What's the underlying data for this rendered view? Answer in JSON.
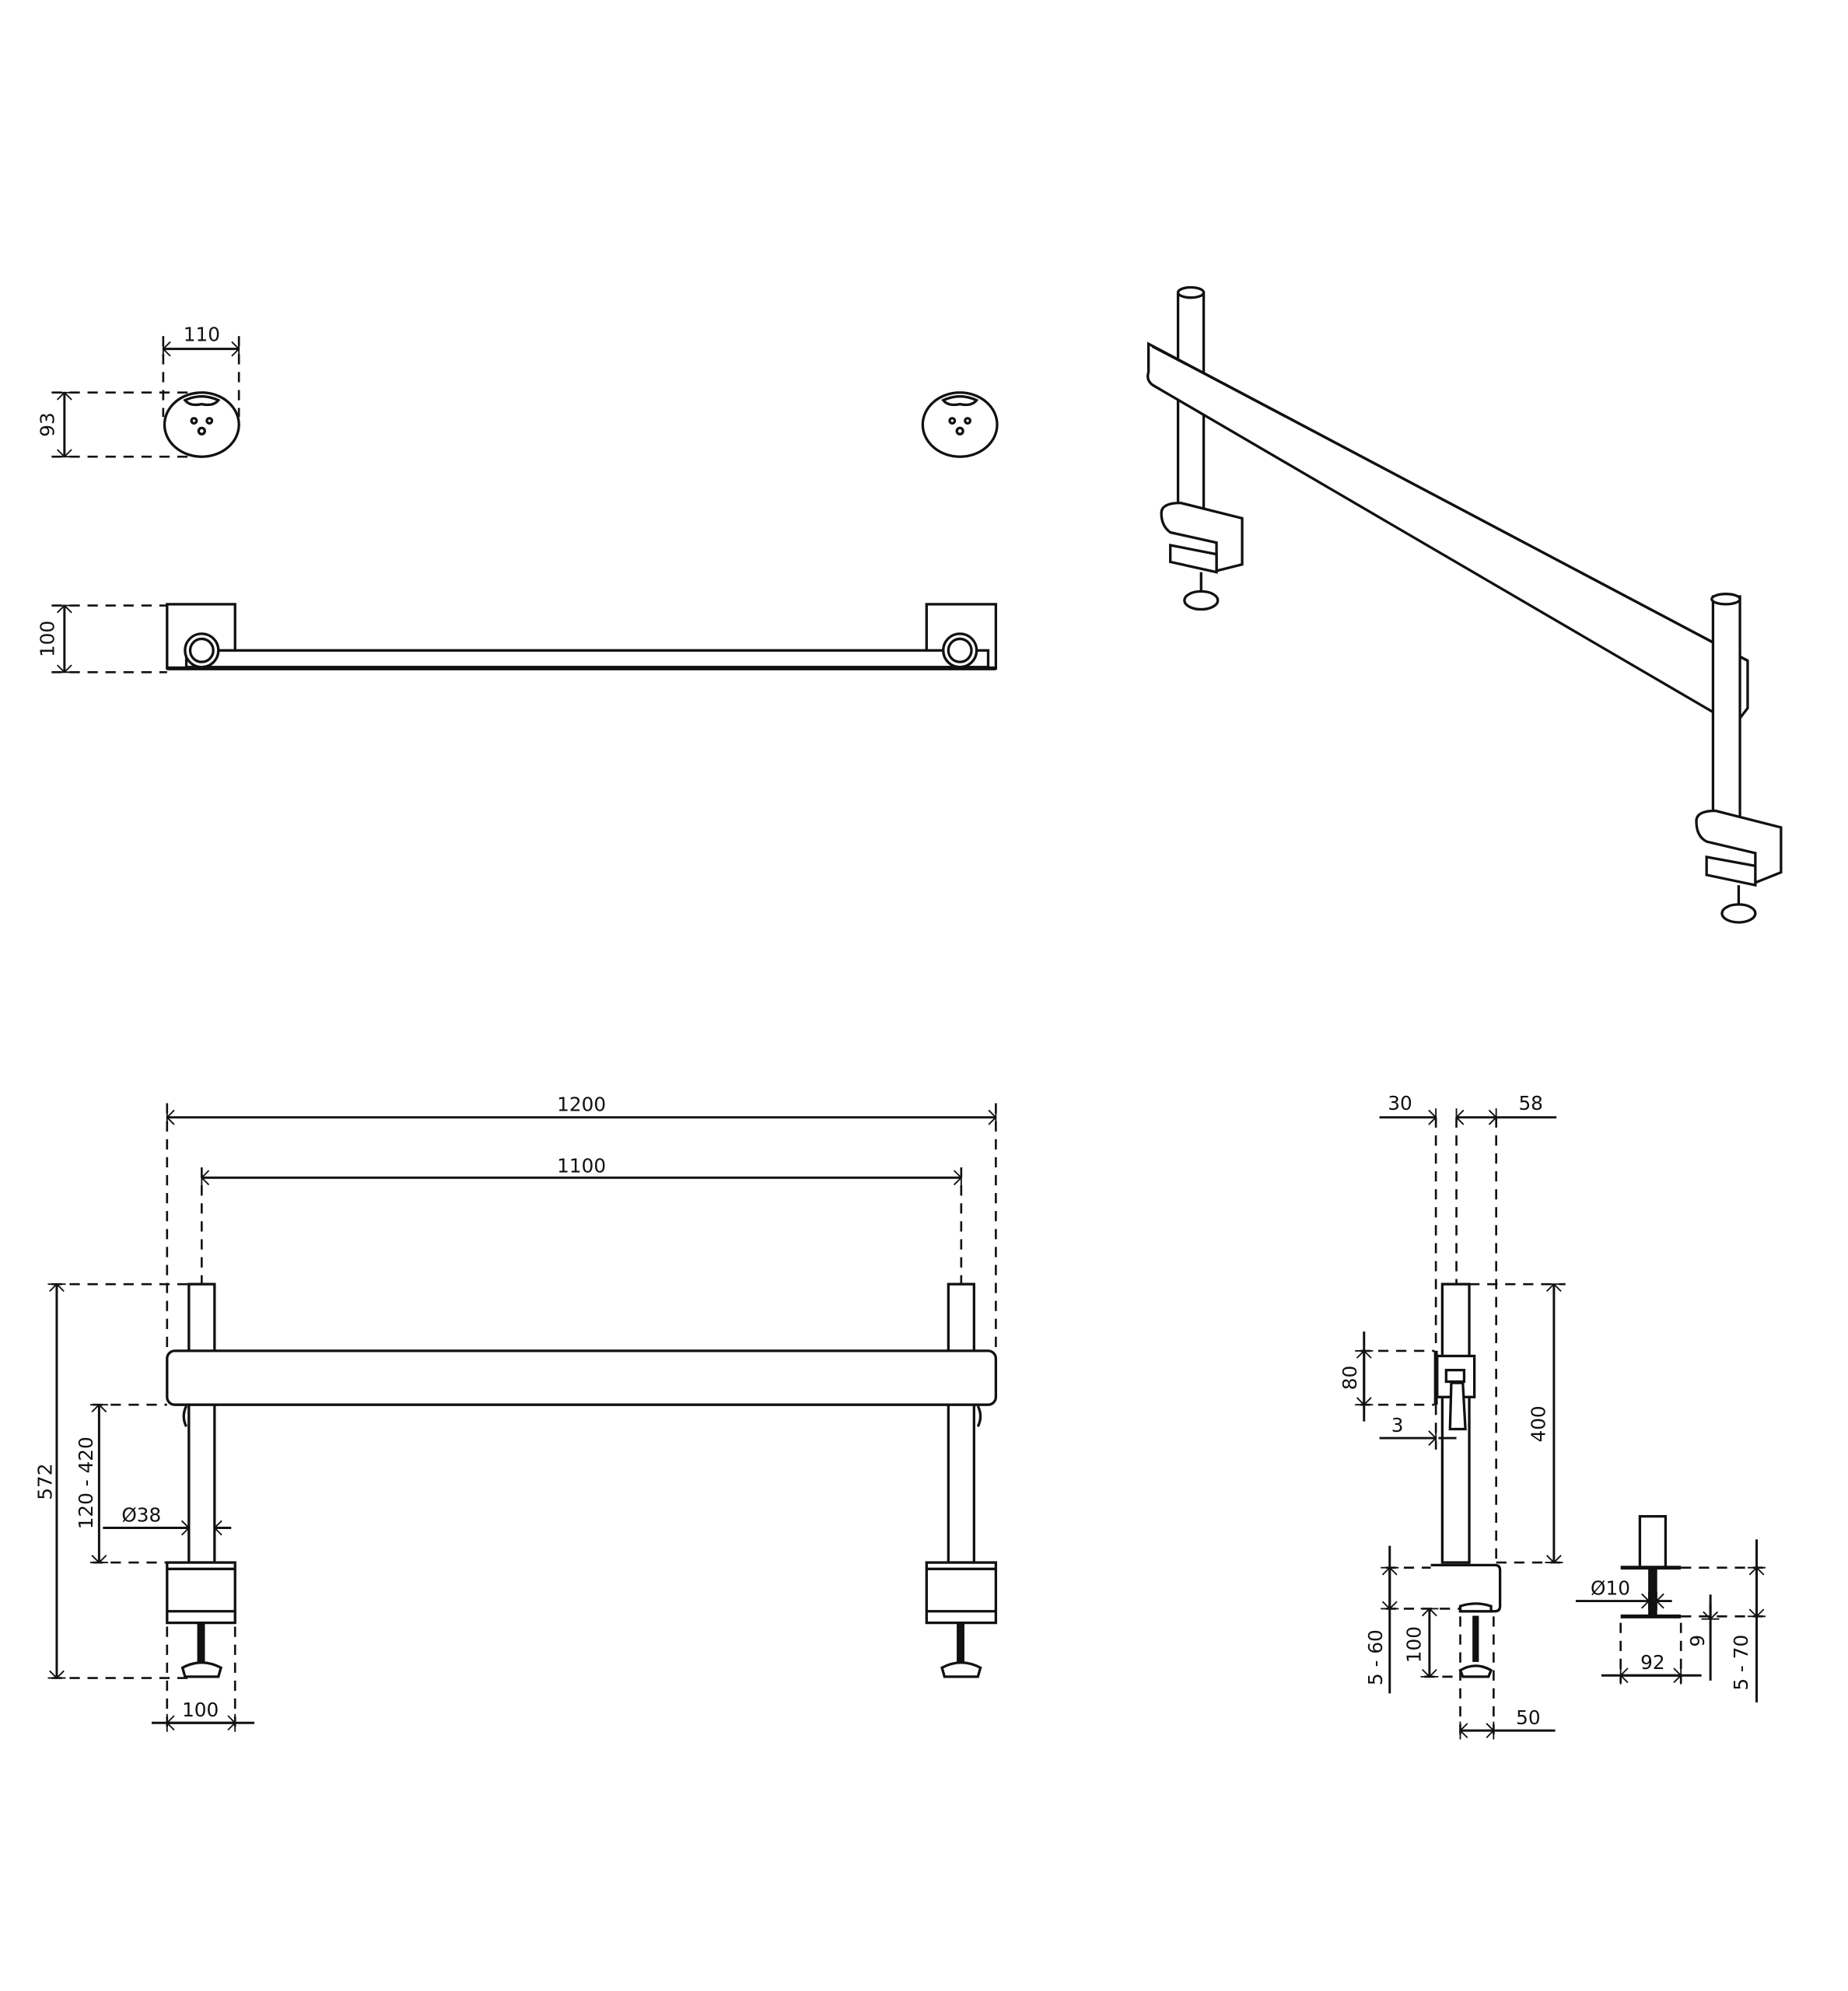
{
  "top_view": {
    "width_label": "110",
    "depth_label": "93"
  },
  "front_top_view": {
    "height_label": "100"
  },
  "front_view": {
    "overall_width_label": "1200",
    "pole_spacing_label": "1100",
    "overall_height_label": "572",
    "bar_height_range_label": "120 - 420",
    "pole_diameter_label": "Ø38",
    "clamp_width_label": "100"
  },
  "side_view": {
    "offset_left_label": "30",
    "offset_right_label": "58",
    "bracket_height_label": "80",
    "gap_label": "3",
    "pole_height_label": "400",
    "desk_thickness_label": "5 - 60",
    "clamp_depth_label": "100",
    "clamp_base_label": "50"
  },
  "grommet_detail": {
    "bolt_diameter_label": "Ø10",
    "plate_thickness_label": "9",
    "plate_width_label": "92",
    "desk_thickness_label": "5 - 70"
  }
}
